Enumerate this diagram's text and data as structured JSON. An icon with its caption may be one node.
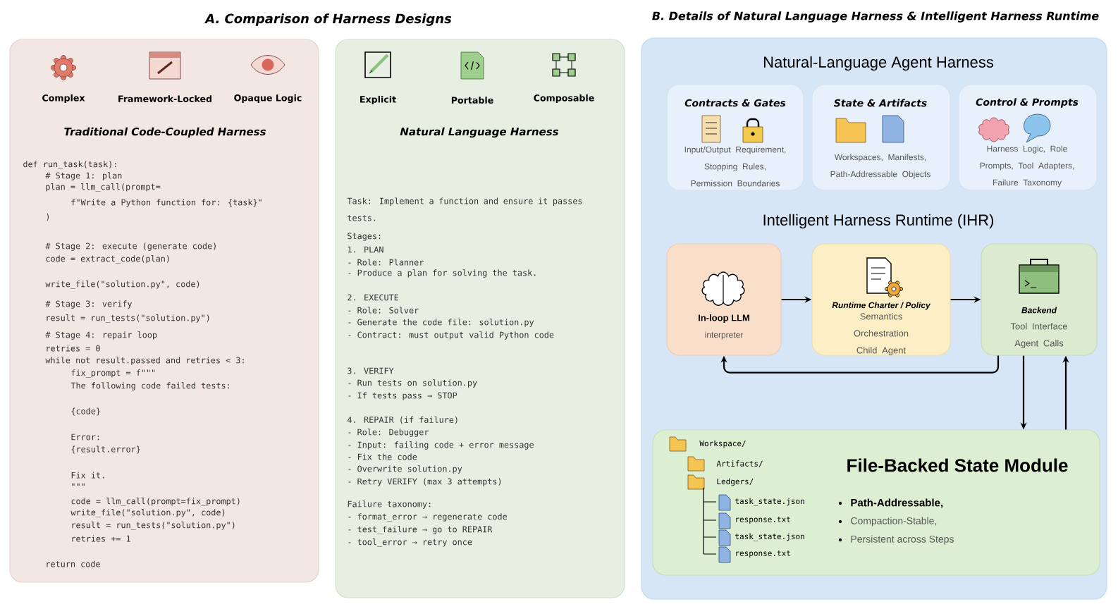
{
  "diagram": {
    "nodes": [
      {
        "text": [
          "Traditional Code-Coupled Harness"
        ]
      },
      {
        "text": [
          "Natural Language Harness"
        ]
      },
      {
        "text": [
          "Natural-Language Agent Harness",
          "Intelligent Harness Runtime (IHR)"
        ]
      },
      {
        "text": [
          "Contracts & Gates",
          "Input/Output Requirement, Stopping Rules, Permission Boundaries"
        ],
        "in": 2
      },
      {
        "text": [
          "State & Artifacts",
          "Workspaces, Manifests, Path-Addressable Objects"
        ],
        "in": 2
      },
      {
        "text": [
          "Control & Prompts",
          "Harness Logic, Role Prompts, Tool Adapters, Failure Taxonomy"
        ],
        "in": 2
      },
      {
        "text": [
          "In-loop LLM",
          "interpreter"
        ],
        "in": 2
      },
      {
        "text": [
          "Runtime Charter / Policy",
          "Semantics Orchestration Child Agent"
        ],
        "in": 2
      },
      {
        "text": [
          "Backend",
          "Tool Interface Agent Calls"
        ],
        "in": 2
      },
      {
        "text": [
          "File-Backed State Module",
          "Path-Addressable,",
          "Compaction-Stable,",
          "Persistent across Steps",
          "Workspace/",
          "Artifacts/",
          "Ledgers/",
          "task_state.json",
          "response.txt",
          "task_state.json",
          "response.txt"
        ],
        "in": 2
      }
    ],
    "edges": [
      {
        "from": 6,
        "to": 7,
        "arrow": "to"
      },
      {
        "from": 7,
        "to": 8,
        "arrow": "to"
      },
      {
        "from": 8,
        "to": 6,
        "arrow": "to"
      },
      {
        "from": 8,
        "to": 9,
        "arrow": "to"
      },
      {
        "from": 9,
        "to": 8,
        "arrow": "to"
      }
    ],
    "labels": [
      "A. Comparison of Harness Designs",
      "B. Details of Natural Language Harness & Intelligent Harness Runtime",
      "Complex",
      "Framework-Locked",
      "Opaque Logic",
      "def run_task(task):",
      "# Stage 1: plan",
      "plan = llm_call(prompt=",
      "f\"Write a Python function for: {task}\"",
      ")",
      "# Stage 2: execute (generate code)",
      "code = extract_code(plan)",
      "write_file(\"solution.py\", code)",
      "# Stage 3: verify",
      "result = run_tests(\"solution.py\")",
      "# Stage 4: repair loop",
      "retries = 0",
      "while not result.passed and retries < 3:",
      "fix_prompt = f\"\"\"",
      "The following code failed tests:",
      "{code}",
      "Error:",
      "{result.error}",
      "Fix it.",
      "\"\"\"",
      "code = llm_call(prompt=fix_prompt)",
      "write_file(\"solution.py\", code)",
      "result = run_tests(\"solution.py\")",
      "retries += 1",
      "return code",
      "Explicit",
      "Portable",
      "Composable",
      "Task: Implement a function and ensure it passes tests.",
      "Stages:",
      "1. PLAN",
      "- Role: Planner",
      "- Produce a plan for solving the task.",
      "2. EXECUTE",
      "- Role: Solver",
      "- Generate the code file: solution.py",
      "- Contract: must output valid Python code",
      "3. VERIFY",
      "- Run tests on solution.py",
      "- If tests pass → STOP",
      "4. REPAIR (if failure)",
      "- Role: Debugger",
      "- Input: failing code + error message",
      "- Fix the code",
      "- Overwrite solution.py",
      "- Retry VERIFY (max 3 attempts)",
      "Failure taxonomy:",
      "- format_error → regenerate code",
      "- test_failure → go to REPAIR",
      "- tool_error → retry once"
    ]
  }
}
